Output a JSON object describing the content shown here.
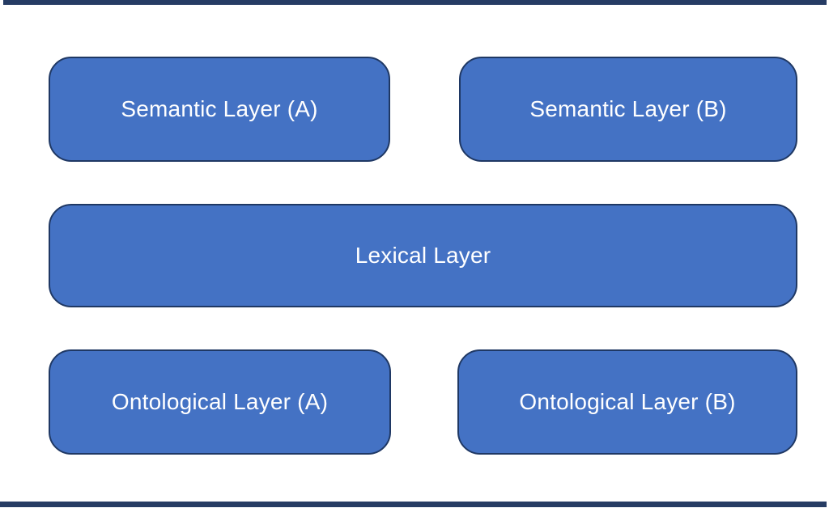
{
  "colors": {
    "box_fill": "#4472C4",
    "box_border": "#1F3864",
    "rule_bar": "#263C64",
    "label_text": "#FFFFFF",
    "background": "#FFFFFF"
  },
  "diagram": {
    "boxes": [
      {
        "id": "semantic-layer-a",
        "label": "Semantic Layer (A)"
      },
      {
        "id": "semantic-layer-b",
        "label": "Semantic Layer (B)"
      },
      {
        "id": "lexical-layer",
        "label": "Lexical Layer"
      },
      {
        "id": "ontological-layer-a",
        "label": "Ontological Layer (A)"
      },
      {
        "id": "ontological-layer-b",
        "label": "Ontological Layer (B)"
      }
    ]
  }
}
